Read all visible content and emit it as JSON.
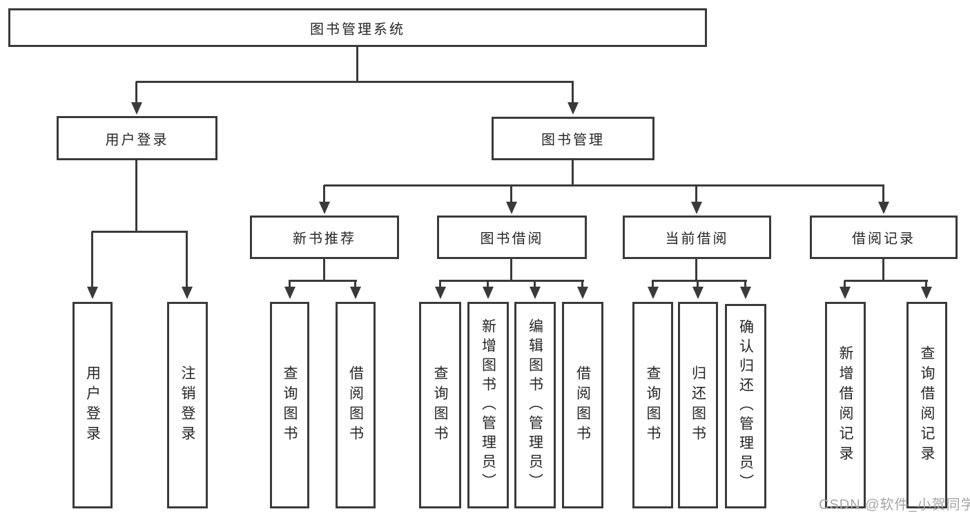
{
  "diagram": {
    "title": "图书管理系统",
    "root": {
      "label": "图书管理系统"
    },
    "level2": [
      {
        "label": "用户登录"
      },
      {
        "label": "图书管理"
      }
    ],
    "level3": [
      {
        "label": "新书推荐"
      },
      {
        "label": "图书借阅"
      },
      {
        "label": "当前借阅"
      },
      {
        "label": "借阅记录"
      }
    ],
    "children": {
      "user_login": [
        {
          "label": "用户登录"
        },
        {
          "label": "注销登录"
        }
      ],
      "new_book_recommend": [
        {
          "label": "查询图书"
        },
        {
          "label": "借阅图书"
        }
      ],
      "book_borrow": [
        {
          "label": "查询图书"
        },
        {
          "label": "新增图书（管理员）"
        },
        {
          "label": "编辑图书（管理员）"
        },
        {
          "label": "借阅图书"
        }
      ],
      "current_borrow": [
        {
          "label": "查询图书"
        },
        {
          "label": "归还图书"
        },
        {
          "label": "确认归还（管理员）"
        }
      ],
      "borrow_records": [
        {
          "label": "新增借阅记录"
        },
        {
          "label": "查询借阅记录"
        }
      ]
    }
  },
  "watermark": "CSDN @软件_小贺同学",
  "colors": {
    "line": "#3a3a3a",
    "text": "#262626",
    "watermark": "#a6a6a6",
    "background": "#ffffff"
  }
}
